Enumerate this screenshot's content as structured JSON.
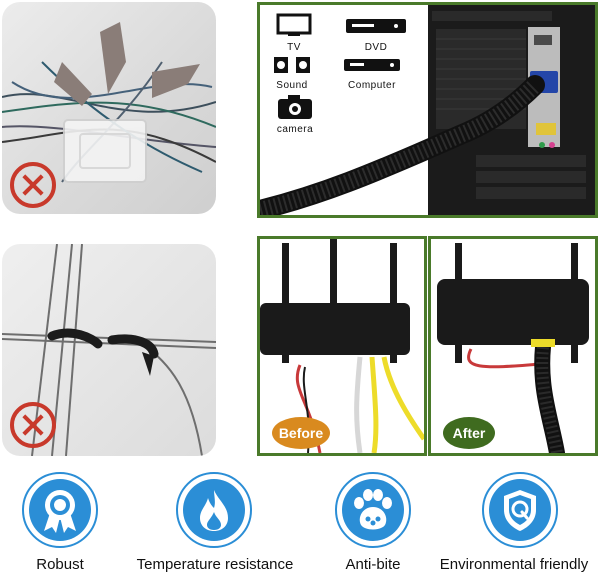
{
  "devices": [
    {
      "label": "TV",
      "icon": "tv-icon"
    },
    {
      "label": "DVD",
      "icon": "dvd-icon"
    },
    {
      "label": "Sound",
      "icon": "speaker-icon"
    },
    {
      "label": "Computer",
      "icon": "computer-icon"
    },
    {
      "label": "camera",
      "icon": "camera-icon"
    }
  ],
  "comparison": {
    "before_label": "Before",
    "after_label": "After",
    "before_color": "#d98a1f",
    "after_color": "#3f6b1f"
  },
  "features": [
    {
      "label": "Robust",
      "icon": "award-ribbon-icon"
    },
    {
      "label": "Temperature resistance",
      "icon": "flame-icon"
    },
    {
      "label": "Anti-bite",
      "icon": "paw-icon"
    },
    {
      "label": "Environmental friendly",
      "icon": "shield-q-icon"
    }
  ],
  "colors": {
    "accent_blue": "#2b8ed6",
    "frame_green": "#4a7a2a",
    "reject_red": "#c8392b"
  }
}
